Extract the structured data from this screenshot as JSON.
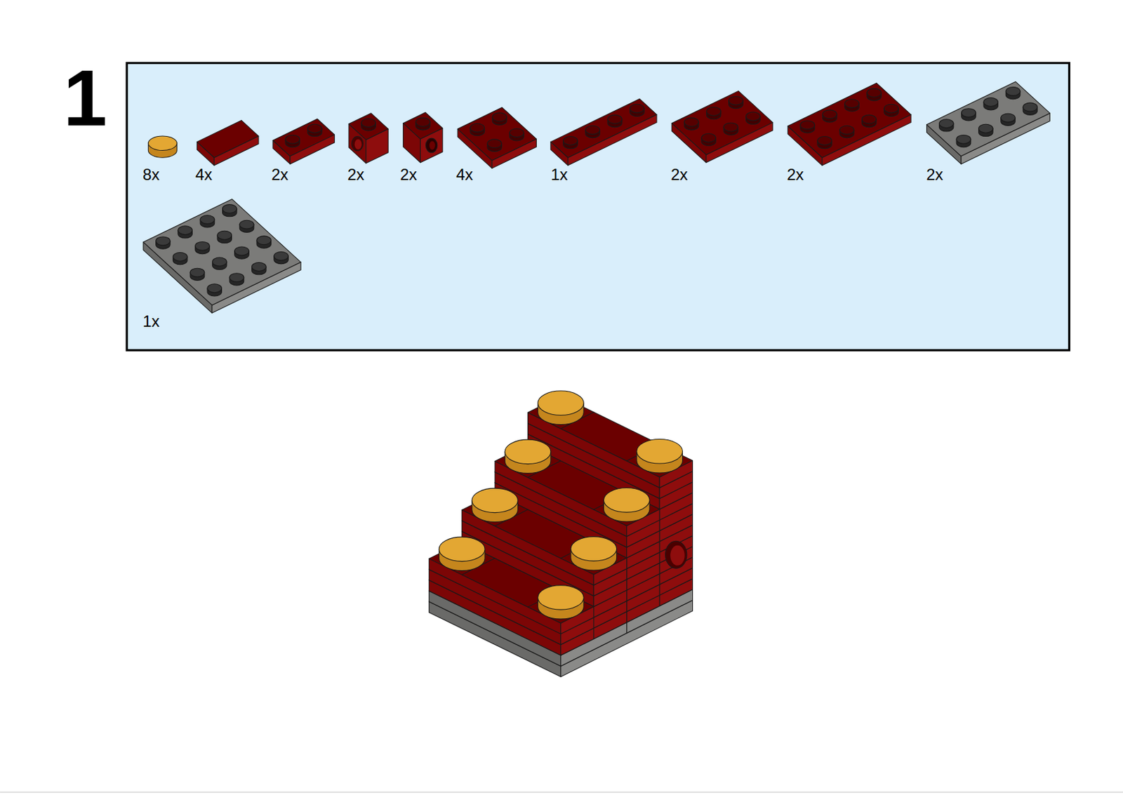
{
  "diagram": {
    "labels": [
      "1",
      "8x",
      "4x",
      "2x",
      "2x",
      "2x",
      "4x",
      "1x",
      "2x",
      "2x",
      "2x",
      "1x"
    ]
  }
}
